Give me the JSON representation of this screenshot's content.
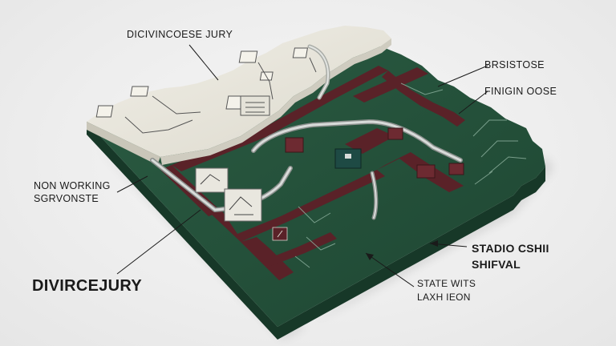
{
  "labels": {
    "top": "DICIVINCOESE JURY",
    "right_1": "BRSISTOSE",
    "right_2": "FINIGIN OOSE",
    "left_line_1": "NON WORKING",
    "left_line_2": "SGRVONSTE",
    "big": "DIVIRCEJURY",
    "right_3_line_1": "STADIO CSHII",
    "right_3_line_2": "SHIFVAL",
    "bottom_line_1": "STATE WITS",
    "bottom_line_2": "LAXH IEON"
  },
  "colors": {
    "background": "#eeeeee",
    "board_green": "#23503a",
    "board_green_dark": "#173828",
    "maroon_trace": "#5a2228",
    "cream_layer": "#e8e6dc",
    "leader_line": "#1a1a1a",
    "chip": "#1e4a44"
  }
}
